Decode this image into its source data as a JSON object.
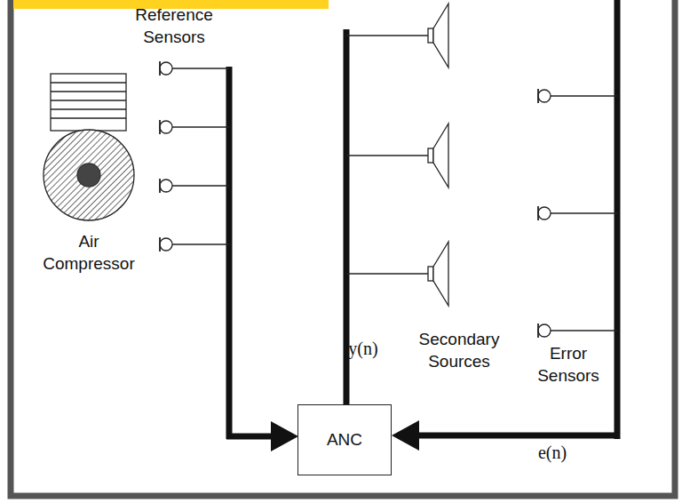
{
  "diagram": {
    "nodes": [
      {
        "text": [
          "ANC"
        ]
      }
    ],
    "labels": [
      "Reference Sensors",
      "Air Compressor",
      "y(n)",
      "Secondary Sources",
      "Error Sensors",
      "e(n)"
    ]
  }
}
